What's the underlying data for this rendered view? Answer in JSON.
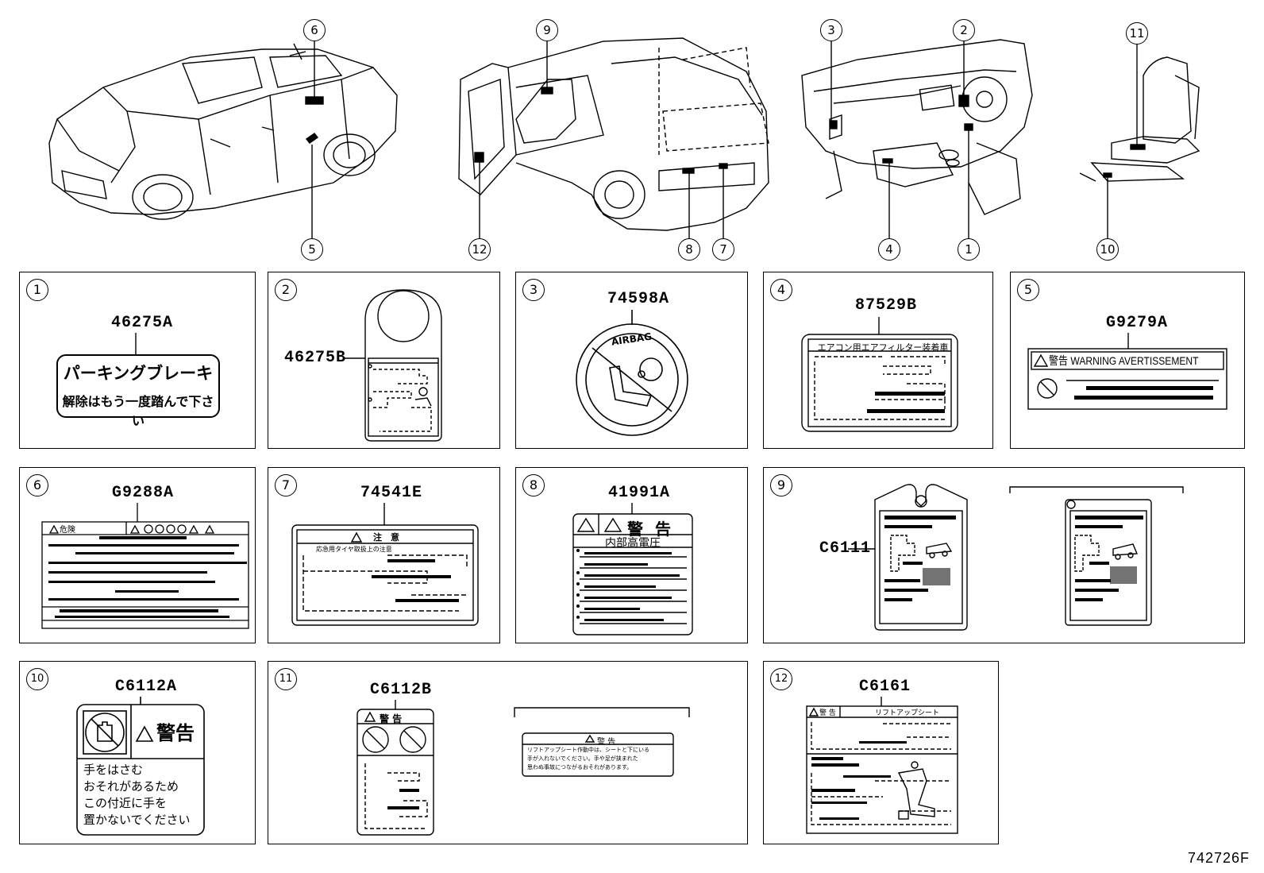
{
  "diagram_id": "742726F",
  "callouts": {
    "c1": "1",
    "c2": "2",
    "c3": "3",
    "c4": "4",
    "c5": "5",
    "c6": "6",
    "c7": "7",
    "c8": "8",
    "c9": "9",
    "c10": "10",
    "c11": "11",
    "c12": "12"
  },
  "panels": [
    {
      "num": "1",
      "code": "46275A",
      "text_line1": "パーキングブレーキ",
      "text_line2": "解除はもう一度踏んで下さい"
    },
    {
      "num": "2",
      "code": "46275B"
    },
    {
      "num": "3",
      "code": "74598A",
      "airbag": "AIRBAG"
    },
    {
      "num": "4",
      "code": "87529B",
      "label_title": "エアコン用エアフィルター装着車"
    },
    {
      "num": "5",
      "code": "G9279A",
      "warning_text": "警告 WARNING AVERTISSEMENT"
    },
    {
      "num": "6",
      "code": "G9288A",
      "header": "危険"
    },
    {
      "num": "7",
      "code": "74541E",
      "header": "注　意",
      "subheader": "応急用タイヤ取扱上の注意"
    },
    {
      "num": "8",
      "code": "41991A",
      "warning": "警 告",
      "subtitle": "内部高電圧"
    },
    {
      "num": "9",
      "code": "C6111"
    },
    {
      "num": "10",
      "code": "C6112A",
      "warning": "警告",
      "body": [
        "手をはさむ",
        "おそれがあるため",
        "この付近に手を",
        "置かないでください"
      ]
    },
    {
      "num": "11",
      "code": "C6112B",
      "warning": "警 告",
      "warning2": "警 告",
      "body2": [
        "リフトアップシート作動中は、シートと下にいる",
        "手が入れないでください。手や足が挟まれた",
        "思わぬ事故につながるおそれがあります。"
      ]
    },
    {
      "num": "12",
      "code": "C6161",
      "header_left": "警 告",
      "header_right": "リフトアップシート"
    }
  ]
}
